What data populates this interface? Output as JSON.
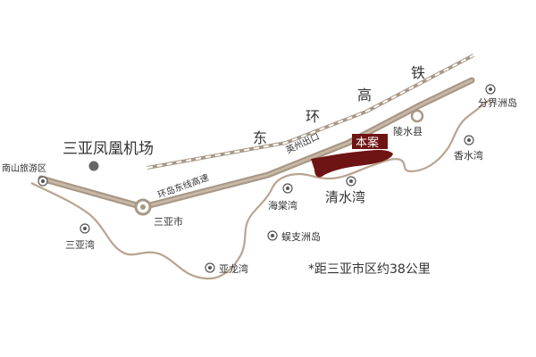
{
  "map": {
    "railway_chars": [
      "东",
      "环",
      "高",
      "铁"
    ],
    "highway_label": "环岛东线高速",
    "exit_label": "英州出口",
    "project_label": "本案",
    "places": {
      "airport": "三亚凤凰机场",
      "nanshan": "南山旅游区",
      "sanya_city": "三亚市",
      "sanya_bay": "三亚湾",
      "yalong_bay": "亚龙湾",
      "wuzhizhou": "蜈支洲岛",
      "haitang_bay": "海棠湾",
      "qingshui_bay": "清水湾",
      "lingshui": "陵水县",
      "fenjiezhou": "分界洲岛",
      "xiangshui_bay": "香水湾"
    },
    "distance_note": "*距三亚市区约38公里"
  },
  "colors": {
    "road": "#a89886",
    "coast": "#b8a48f",
    "project": "#6e1414",
    "airport_dot": "#666666",
    "text": "#333333"
  }
}
